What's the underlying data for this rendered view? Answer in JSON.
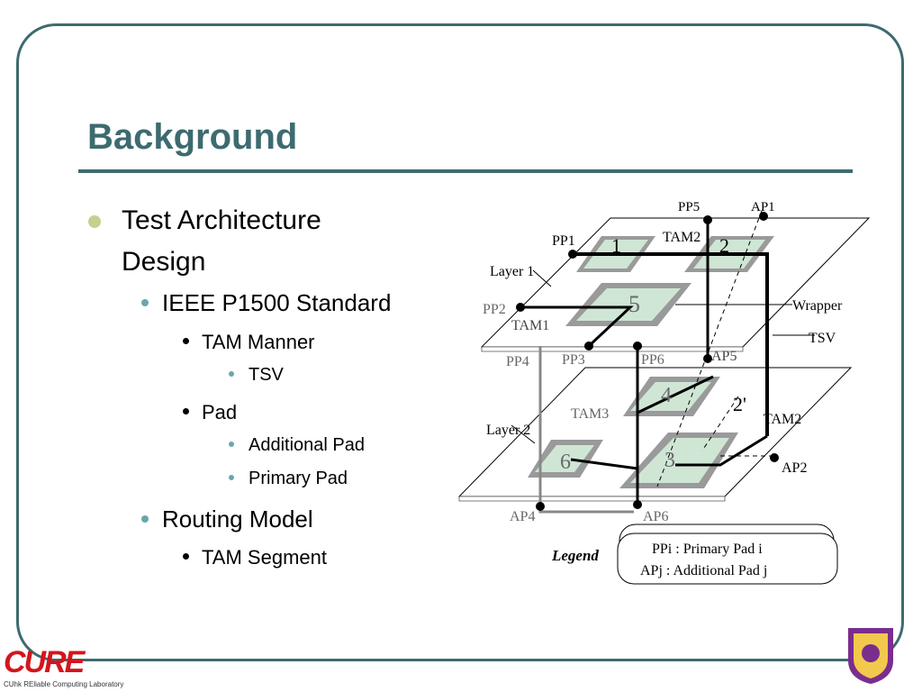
{
  "title": "Background",
  "bullets": {
    "b1": "Test Architecture",
    "b1b": "Design",
    "b2": "IEEE P1500 Standard",
    "b3": "TAM Manner",
    "b4": "TSV",
    "b5": "Pad",
    "b6": "Additional Pad",
    "b7": "Primary Pad",
    "b8": "Routing Model",
    "b9": "TAM Segment"
  },
  "diagram": {
    "pp5": "PP5",
    "ap1": "AP1",
    "pp1": "PP1",
    "tam2": "TAM2",
    "core1": "1",
    "core2": "2",
    "layer1": "Layer 1",
    "pp2": "PP2",
    "core5": "5",
    "tam1": "TAM1",
    "wrapper": "Wrapper",
    "tsv": "TSV",
    "pp4": "PP4",
    "pp3": "PP3",
    "pp6": "PP6",
    "ap5": "AP5",
    "core4": "4",
    "core2p": "2'",
    "tam3": "TAM3",
    "tam2b": "TAM2",
    "layer2": "Layer 2",
    "core6": "6",
    "core3": "3",
    "ap2": "AP2",
    "ap4": "AP4",
    "ap6": "AP6",
    "legend": "Legend",
    "leg1": "PPi : Primary Pad i",
    "leg2": "APj : Additional Pad j"
  },
  "logo": {
    "text": "CURE",
    "sub": "CUhk REliable Computing Laboratory"
  },
  "colors": {
    "accent": "#3d6b6f",
    "bullet1": "#c7cf8f",
    "bullet2": "#6aa6ad",
    "logo": "#d4151c"
  }
}
